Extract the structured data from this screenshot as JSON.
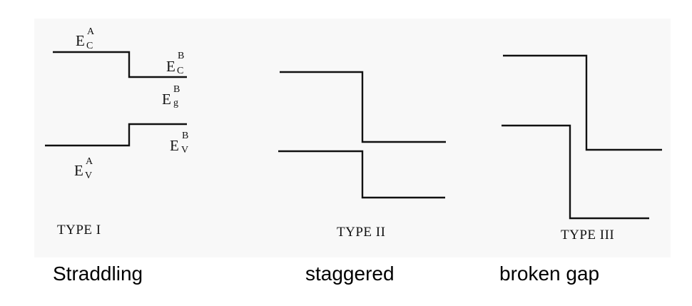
{
  "diagrams": [
    {
      "type_label": "TYPE I",
      "caption": "Straddling",
      "labels": [
        {
          "base": "E",
          "sup": "A",
          "sub": "C"
        },
        {
          "base": "E",
          "sup": "B",
          "sub": "C"
        },
        {
          "base": "E",
          "sup": "B",
          "sub": "g"
        },
        {
          "base": "E",
          "sup": "B",
          "sub": "V"
        },
        {
          "base": "E",
          "sup": "A",
          "sub": "V"
        }
      ]
    },
    {
      "type_label": "TYPE II",
      "caption": "staggered"
    },
    {
      "type_label": "TYPE III",
      "caption": "broken gap"
    }
  ]
}
